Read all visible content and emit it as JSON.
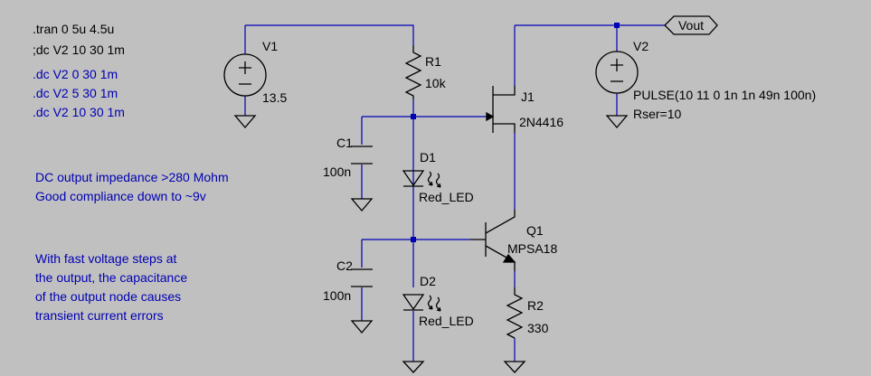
{
  "directives": {
    "tran": ".tran 0 5u 4.5u",
    "dc_comment": ";dc V2 10 30 1m",
    "dc_lines": [
      ".dc V2 0 30 1m",
      ".dc V2 5 30 1m",
      ".dc V2 10 30 1m"
    ]
  },
  "notes": {
    "impedance": [
      "DC output impedance >280 Mohm",
      "Good compliance down to ~9v"
    ],
    "transient": [
      "With fast voltage steps at",
      "the output, the capacitance",
      "of the output node causes",
      "transient current errors"
    ]
  },
  "components": {
    "V1": {
      "name": "V1",
      "value": "13.5"
    },
    "V2": {
      "name": "V2",
      "value": "PULSE(10 11 0 1n 1n 49n 100n)",
      "rser": "Rser=10"
    },
    "R1": {
      "name": "R1",
      "value": "10k"
    },
    "R2": {
      "name": "R2",
      "value": "330"
    },
    "C1": {
      "name": "C1",
      "value": "100n"
    },
    "C2": {
      "name": "C2",
      "value": "100n"
    },
    "D1": {
      "name": "D1",
      "value": "Red_LED"
    },
    "D2": {
      "name": "D2",
      "value": "Red_LED"
    },
    "J1": {
      "name": "J1",
      "value": "2N4416"
    },
    "Q1": {
      "name": "Q1",
      "value": "MPSA18"
    }
  },
  "net_labels": {
    "vout": "Vout"
  },
  "colors": {
    "background": "#c0c0c0",
    "wire": "#0000b4",
    "component": "#000000",
    "comment_text": "#0000b4"
  }
}
